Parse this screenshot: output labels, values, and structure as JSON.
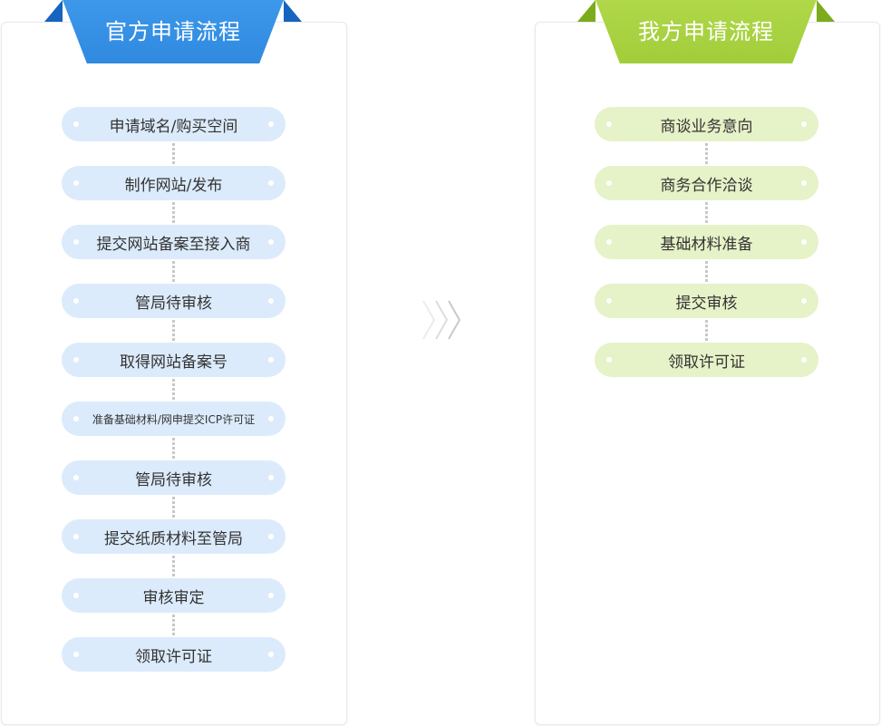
{
  "official": {
    "title": "官方申请流程",
    "steps": [
      "申请域名/购买空间",
      "制作网站/发布",
      "提交网站备案至接入商",
      "管局待审核",
      "取得网站备案号",
      "准备基础材料/网申提交ICP许可证",
      "管局待审核",
      "提交纸质材料至管局",
      "审核审定",
      "领取许可证"
    ]
  },
  "ours": {
    "title": "我方申请流程",
    "steps": [
      "商谈业务意向",
      "商务合作洽谈",
      "基础材料准备",
      "提交审核",
      "领取许可证"
    ]
  },
  "colors": {
    "official_accent": "#3d98ea",
    "official_step_bg": "#dcebfb",
    "ours_accent": "#a8d240",
    "ours_step_bg": "#e6f2c7"
  },
  "icons": {
    "separator": "chevron-right-icon"
  }
}
